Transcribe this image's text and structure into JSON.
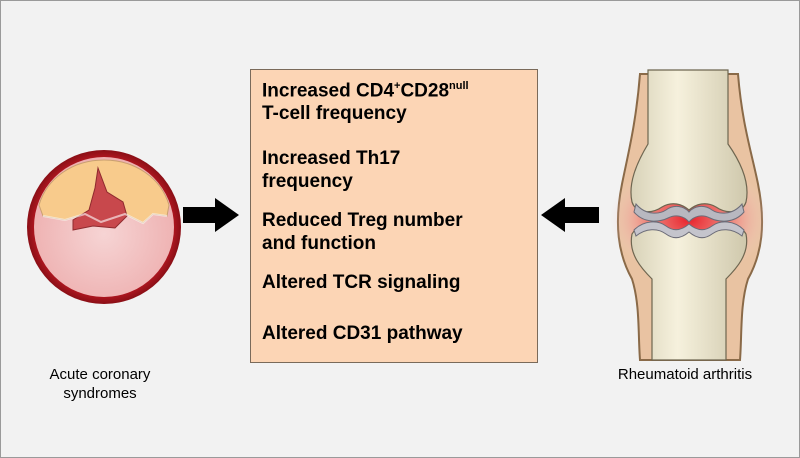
{
  "items": [
    {
      "line1_prefix": "Increased CD4",
      "sup1": "+",
      "line1_mid": "CD28",
      "sup2": "null",
      "line2": "T-cell frequency"
    },
    {
      "line1": "Increased Th17",
      "line2": "frequency"
    },
    {
      "line1": "Reduced Treg number",
      "line2": "and function"
    },
    {
      "line1": "Altered TCR signaling"
    },
    {
      "line1": "Altered CD31 pathway"
    }
  ],
  "left_caption": {
    "line1": "Acute coronary",
    "line2": "syndromes"
  },
  "right_caption": "Rheumatoid arthritis",
  "colors": {
    "background": "#f2f2f2",
    "box_fill": "#fcd5b5",
    "arrow": "#000000",
    "inflammation": "#e8202a",
    "bone": "#f2ecd6",
    "plaque": "#f8cb8c",
    "thrombus": "#c8484c"
  },
  "icons": [
    "coronary-artery-cross-section-icon",
    "right-arrow-icon",
    "left-arrow-icon",
    "knee-joint-icon"
  ]
}
